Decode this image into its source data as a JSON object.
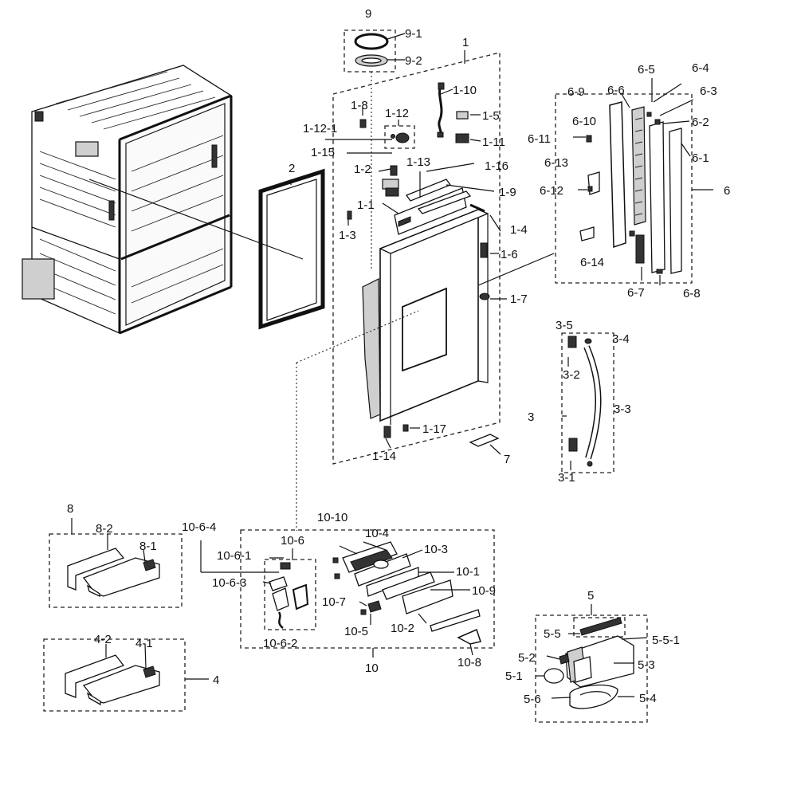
{
  "labels": {
    "l9": "9",
    "l9_1": "9-1",
    "l9_2": "9-2",
    "l1": "1",
    "l1_10": "1-10",
    "l1_5": "1-5",
    "l1_11": "1-11",
    "l1_8": "1-8",
    "l1_12": "1-12",
    "l1_12_1": "1-12-1",
    "l1_15": "1-15",
    "l1_13": "1-13",
    "l1_16": "1-16",
    "l1_2": "1-2",
    "l1_9": "1-9",
    "l1_1": "1-1",
    "l1_4": "1-4",
    "l1_3": "1-3",
    "l1_6": "1-6",
    "l1_7": "1-7",
    "l1_17": "1-17",
    "l1_14": "1-14",
    "l2": "2",
    "l6_9": "6-9",
    "l6_6": "6-6",
    "l6_5": "6-5",
    "l6_4": "6-4",
    "l6_3": "6-3",
    "l6_10": "6-10",
    "l6_11": "6-11",
    "l6_2": "6-2",
    "l6_1": "6-1",
    "l6": "6",
    "l6_13": "6-13",
    "l6_12": "6-12",
    "l6_14": "6-14",
    "l6_7": "6-7",
    "l6_8": "6-8",
    "l3_5": "3-5",
    "l3_4": "3-4",
    "l3_2": "3-2",
    "l3": "3",
    "l3_3": "3-3",
    "l3_1": "3-1",
    "l7": "7",
    "l8": "8",
    "l8_2": "8-2",
    "l8_1": "8-1",
    "l4_2": "4-2",
    "l4_1": "4-1",
    "l4": "4",
    "l10_6_4": "10-6-4",
    "l10_6": "10-6",
    "l10_6_1": "10-6-1",
    "l10_6_3": "10-6-3",
    "l10_6_2": "10-6-2",
    "l10_10": "10-10",
    "l10_4": "10-4",
    "l10_3": "10-3",
    "l10_1": "10-1",
    "l10_9": "10-9",
    "l10_7": "10-7",
    "l10_5": "10-5",
    "l10_2": "10-2",
    "l10": "10",
    "l10_8": "10-8",
    "l5": "5",
    "l5_5": "5-5",
    "l5_5_1": "5-5-1",
    "l5_2": "5-2",
    "l5_3": "5-3",
    "l5_1": "5-1",
    "l5_6": "5-6",
    "l5_4": "5-4"
  }
}
